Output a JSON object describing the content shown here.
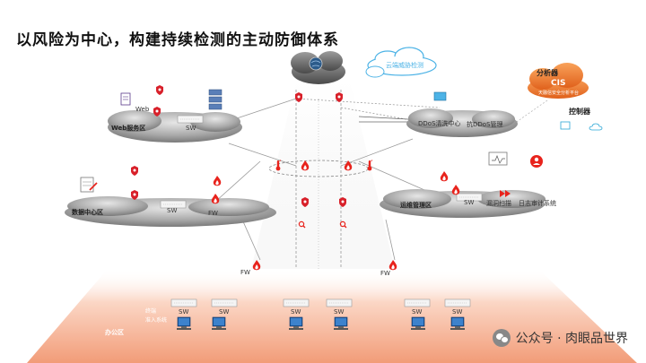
{
  "title": "以风险为中心，构建持续检测的主动防御体系",
  "zones": {
    "web": "Web服务区",
    "data_center": "数据中心区",
    "ops": "运维管理区",
    "office": "办公区"
  },
  "labels": {
    "web": "Web",
    "sw": "SW",
    "fw": "FW",
    "ddos_center": "DDoS清洗中心",
    "anti_ddos": "抗DDoS管理",
    "cloud_platform": "云端威胁检测",
    "analyzer": "分析器",
    "cis": "CIS",
    "cis_sub": "天融信安全分析平台",
    "controller": "控制器",
    "vuln_scan": "漏洞扫描",
    "log_audit": "日志审计系统",
    "terminal": "终端",
    "terminal2": "准入系统"
  },
  "watermark": "公众号 · 肉眼品世界",
  "colors": {
    "fw": "#e8231c",
    "cloud_grey": "#8a8a8a",
    "cis_orange": "#f07a2a",
    "cloud_blue": "#4db3e6",
    "floor": "#f6b59a"
  }
}
